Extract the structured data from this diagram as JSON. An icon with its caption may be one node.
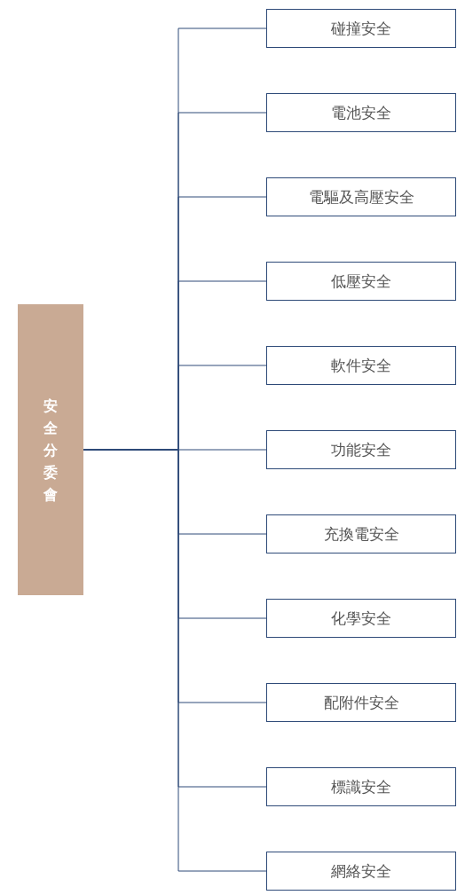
{
  "diagram": {
    "nodes": [
      {
        "text": [
          "安全分委會"
        ]
      },
      {
        "text": [
          "碰撞安全"
        ]
      },
      {
        "text": [
          "電池安全"
        ]
      },
      {
        "text": [
          "電驅及高壓安全"
        ]
      },
      {
        "text": [
          "低壓安全"
        ]
      },
      {
        "text": [
          "軟件安全"
        ]
      },
      {
        "text": [
          "功能安全"
        ]
      },
      {
        "text": [
          "充換電安全"
        ]
      },
      {
        "text": [
          "化學安全"
        ]
      },
      {
        "text": [
          "配附件安全"
        ]
      },
      {
        "text": [
          "標識安全"
        ]
      },
      {
        "text": [
          "網絡安全"
        ]
      }
    ],
    "edges": [
      {
        "from": 0,
        "to": 1,
        "arrow": "none"
      },
      {
        "from": 0,
        "to": 2,
        "arrow": "none"
      },
      {
        "from": 0,
        "to": 3,
        "arrow": "none"
      },
      {
        "from": 0,
        "to": 4,
        "arrow": "none"
      },
      {
        "from": 0,
        "to": 5,
        "arrow": "none"
      },
      {
        "from": 0,
        "to": 6,
        "arrow": "none"
      },
      {
        "from": 0,
        "to": 7,
        "arrow": "none"
      },
      {
        "from": 0,
        "to": 8,
        "arrow": "none"
      },
      {
        "from": 0,
        "to": 9,
        "arrow": "none"
      },
      {
        "from": 0,
        "to": 10,
        "arrow": "none"
      },
      {
        "from": 0,
        "to": 11,
        "arrow": "none"
      }
    ]
  }
}
